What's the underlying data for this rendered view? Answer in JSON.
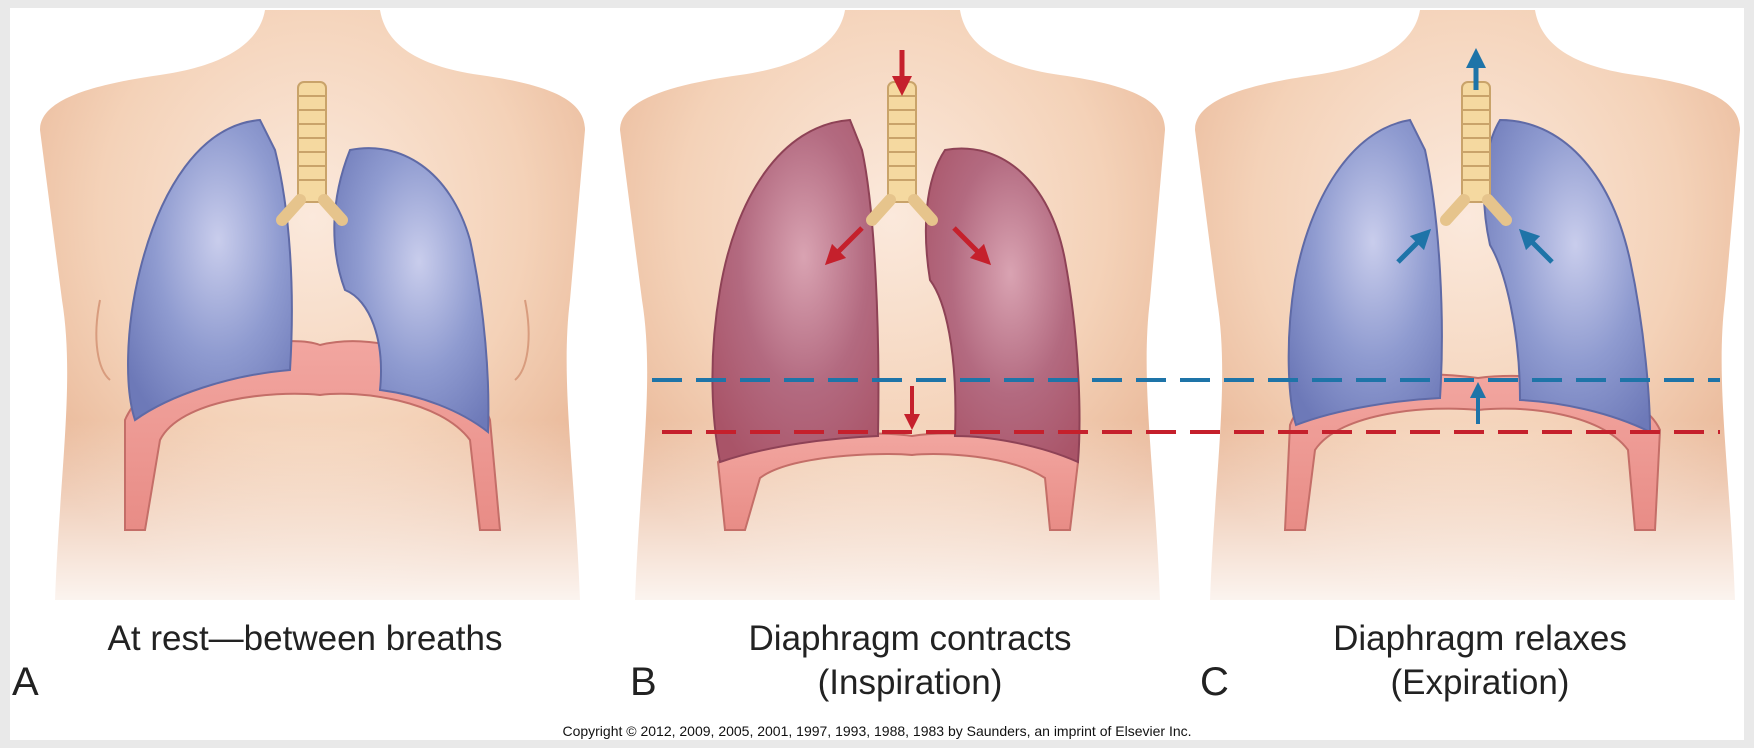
{
  "panels": [
    {
      "letter": "A",
      "caption": "At rest—between breaths",
      "caption2": ""
    },
    {
      "letter": "B",
      "caption": "Diaphragm contracts",
      "caption2": "(Inspiration)"
    },
    {
      "letter": "C",
      "caption": "Diaphragm relaxes",
      "caption2": "(Expiration)"
    }
  ],
  "copyright": "Copyright © 2012, 2009, 2005, 2001, 1997, 1993, 1988, 1983 by Saunders, an imprint of Elsevier Inc.",
  "colors": {
    "skin": "#f3cdb0",
    "lung_rest": "#8a96cc",
    "lung_inspiration": "#b56d83",
    "diaphragm": "#ef9a93",
    "arrow_red": "#c5202c",
    "arrow_blue": "#1e74a8",
    "trachea": "#f5d9a0"
  }
}
